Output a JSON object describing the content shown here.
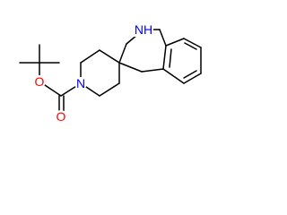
{
  "molecule": {
    "atoms": {
      "o_ether": {
        "symbol": "O",
        "color": "#ff0000"
      },
      "o_carbonyl": {
        "symbol": "O",
        "color": "#ff0000"
      },
      "n_piperidine": {
        "symbol": "N",
        "color": "#0000ff"
      },
      "nh_azepine": {
        "symbol": "NH",
        "color": "#0000ff"
      }
    }
  }
}
